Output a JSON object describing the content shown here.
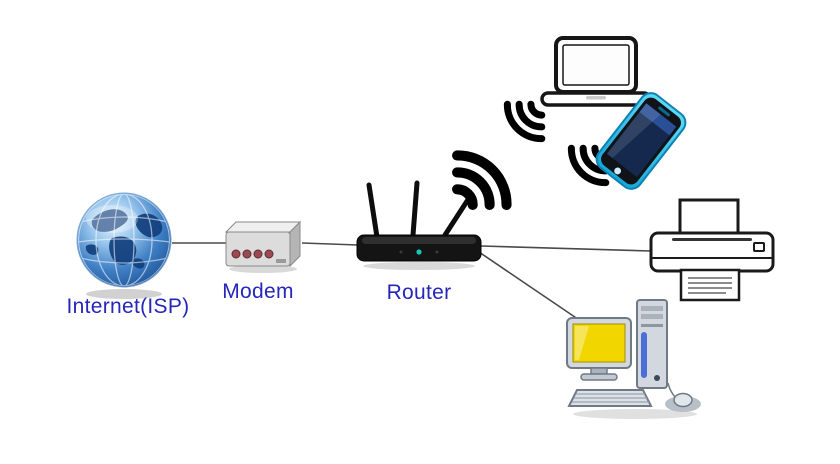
{
  "diagram": {
    "type": "home-network-topology",
    "labels": {
      "internet": "Internet(ISP)",
      "modem": "Modem",
      "router": "Router"
    },
    "icons": [
      "internet-globe-icon",
      "modem-icon",
      "wireless-router-icon",
      "wifi-signal-icon",
      "laptop-icon",
      "smartphone-icon",
      "printer-icon",
      "desktop-computer-icon"
    ],
    "connections": [
      {
        "from": "internet",
        "to": "modem",
        "type": "wired"
      },
      {
        "from": "modem",
        "to": "router",
        "type": "wired"
      },
      {
        "from": "router",
        "to": "printer",
        "type": "wired"
      },
      {
        "from": "router",
        "to": "desktop-computer",
        "type": "wired"
      },
      {
        "from": "router",
        "to": "laptop",
        "type": "wireless"
      },
      {
        "from": "router",
        "to": "smartphone",
        "type": "wireless"
      }
    ]
  },
  "colors": {
    "background": "#ffffff",
    "label-color": "#2626bb",
    "line-color": "#4a4a4a",
    "wifi-color": "#000000"
  }
}
